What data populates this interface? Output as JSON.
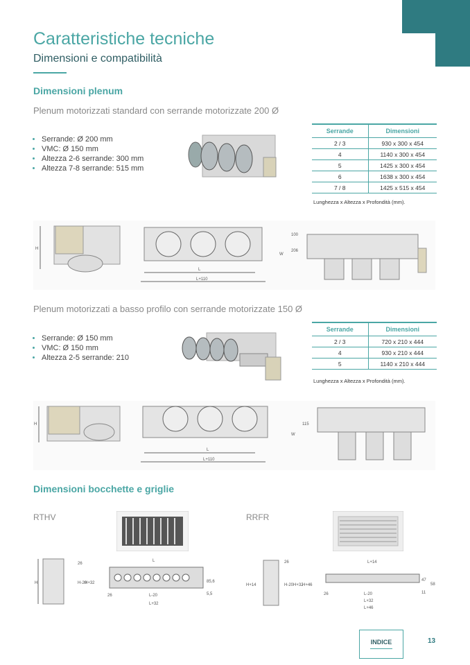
{
  "header": {
    "title": "Caratteristiche tecniche",
    "subtitle": "Dimensioni e compatibilità"
  },
  "plenum": {
    "heading": "Dimensioni plenum",
    "standard": {
      "title": "Plenum motorizzati standard con serrande motorizzate 200 Ø",
      "bullets": [
        "Serrande: Ø 200 mm",
        "VMC: Ø 150 mm",
        "Altezza 2-6 serrande: 300 mm",
        "Altezza 7-8 serrande: 515 mm"
      ],
      "table": {
        "headers": [
          "Serrande",
          "Dimensioni"
        ],
        "rows": [
          [
            "2 / 3",
            "930 x 300 x 454"
          ],
          [
            "4",
            "1140 x 300 x 454"
          ],
          [
            "5",
            "1425 x 300 x 454"
          ],
          [
            "6",
            "1638 x 300 x 454"
          ],
          [
            "7 / 8",
            "1425 x 515 x 454"
          ]
        ]
      },
      "note": "Lunghezza x Altezza x Profondità (mm).",
      "dims": {
        "h": "H",
        "l": "L",
        "l110": "L+110",
        "w": "W",
        "d100": "100",
        "d206": "206"
      }
    },
    "low": {
      "title": "Plenum motorizzati a basso profilo con serrande motorizzate 150 Ø",
      "bullets": [
        "Serrande: Ø 150 mm",
        "VMC: Ø 150 mm",
        "Altezza 2-5 serrande: 210"
      ],
      "table": {
        "headers": [
          "Serrande",
          "Dimensioni"
        ],
        "rows": [
          [
            "2 / 3",
            "720 x 210 x 444"
          ],
          [
            "4",
            "930 x 210 x 444"
          ],
          [
            "5",
            "1140 x 210 x 444"
          ]
        ]
      },
      "note": "Lunghezza x Altezza x Profondità (mm).",
      "dims": {
        "h": "H",
        "l": "L",
        "l110": "L+110",
        "w": "W",
        "d115": "115"
      }
    }
  },
  "grilles": {
    "heading": "Dimensioni bocchette e griglie",
    "rthv": {
      "label": "RTHV",
      "dims": {
        "h": "H",
        "h20": "H-20",
        "h32": "H+32",
        "d26": "26",
        "l": "L",
        "l20": "L-20",
        "l32": "L+32",
        "d85": "85,6",
        "d55": "5,5"
      }
    },
    "rrfr": {
      "label": "RRFR",
      "dims": {
        "h14": "H+14",
        "h20": "H-20",
        "h32": "H+32",
        "h46": "H+46",
        "d26": "26",
        "l14": "L+14",
        "l20": "L-20",
        "l32": "L+32",
        "l46": "L+46",
        "d47": "47",
        "d58": "58",
        "d11": "11"
      }
    }
  },
  "footer": {
    "index_label": "INDICE",
    "page_number": "13"
  }
}
